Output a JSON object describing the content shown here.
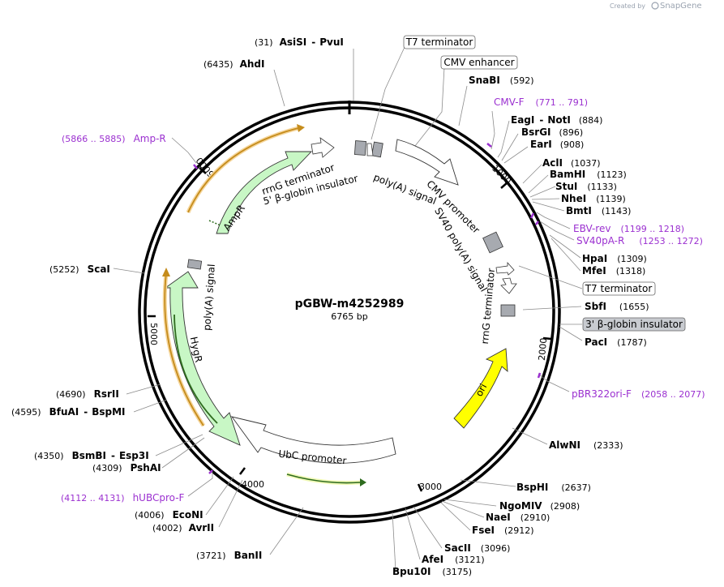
{
  "credit": {
    "prefix": "Created by",
    "brand": "SnapGene"
  },
  "plasmid": {
    "name": "pGBW-m4252989",
    "length_label": "6765 bp"
  },
  "colors": {
    "primer": "#9b30d0",
    "ori": "#ffff00",
    "marker": "#c8f7c5",
    "insulator": "#a7aab0",
    "leader": "#8c8c8c"
  },
  "ticks": [
    "1000",
    "2000",
    "3000",
    "4000",
    "5000",
    "6000"
  ],
  "sites": [
    {
      "name": "AsiSI",
      "name2": "PvuI",
      "pos": "(31)"
    },
    {
      "name": "AhdI",
      "pos": "(6435)"
    },
    {
      "name": "SnaBI",
      "pos": "(592)"
    },
    {
      "name": "EagI",
      "name2": "NotI",
      "pos": "(884)"
    },
    {
      "name": "BsrGI",
      "pos": "(896)"
    },
    {
      "name": "EarI",
      "pos": "(908)"
    },
    {
      "name": "AclI",
      "pos": "(1037)"
    },
    {
      "name": "BamHI",
      "pos": "(1123)"
    },
    {
      "name": "StuI",
      "pos": "(1133)"
    },
    {
      "name": "NheI",
      "pos": "(1139)"
    },
    {
      "name": "BmtI",
      "pos": "(1143)"
    },
    {
      "name": "HpaI",
      "pos": "(1309)"
    },
    {
      "name": "MfeI",
      "pos": "(1318)"
    },
    {
      "name": "SbfI",
      "pos": "(1655)"
    },
    {
      "name": "PacI",
      "pos": "(1787)"
    },
    {
      "name": "AlwNI",
      "pos": "(2333)"
    },
    {
      "name": "BspHI",
      "pos": "(2637)"
    },
    {
      "name": "NgoMIV",
      "pos": "(2908)"
    },
    {
      "name": "NaeI",
      "pos": "(2910)"
    },
    {
      "name": "FseI",
      "pos": "(2912)"
    },
    {
      "name": "SacII",
      "pos": "(3096)"
    },
    {
      "name": "AfeI",
      "pos": "(3121)"
    },
    {
      "name": "Bpu10I",
      "pos": "(3175)"
    },
    {
      "name": "BanII",
      "pos": "(3721)"
    },
    {
      "name": "AvrII",
      "pos": "(4002)"
    },
    {
      "name": "EcoNI",
      "pos": "(4006)"
    },
    {
      "name": "PshAI",
      "pos": "(4309)"
    },
    {
      "name": "BsmBI",
      "name2": "Esp3I",
      "pos": "(4350)"
    },
    {
      "name": "BfuAI",
      "name2": "BspMI",
      "pos": "(4595)"
    },
    {
      "name": "RsrII",
      "pos": "(4690)"
    },
    {
      "name": "ScaI",
      "pos": "(5252)"
    }
  ],
  "primers": [
    {
      "name": "CMV-F",
      "range": "(771 .. 791)"
    },
    {
      "name": "EBV-rev",
      "range": "(1199 .. 1218)"
    },
    {
      "name": "SV40pA-R",
      "range": "(1253 .. 1272)"
    },
    {
      "name": "pBR322ori-F",
      "range": "(2058 .. 2077)"
    },
    {
      "name": "hUBCpro-F",
      "range": "(4112 .. 4131)"
    },
    {
      "name": "Amp-R",
      "range": "(5866 .. 5885)"
    }
  ],
  "feature_boxes": [
    "T7 terminator",
    "CMV enhancer",
    "T7 terminator",
    "3' β-globin insulator"
  ],
  "features": {
    "rrng1": "rrnG terminator",
    "beta5": "5' β-globin insulator",
    "polya1": "poly(A) signal",
    "cmv_promoter": "CMV promoter",
    "sv40": "SV40 poly(A) signal",
    "rrng2": "rrnG terminator",
    "ori": "ori",
    "ubc": "UbC promoter",
    "hygr": "HygR",
    "polya2": "poly(A) signal",
    "ampr": "AmpR"
  }
}
